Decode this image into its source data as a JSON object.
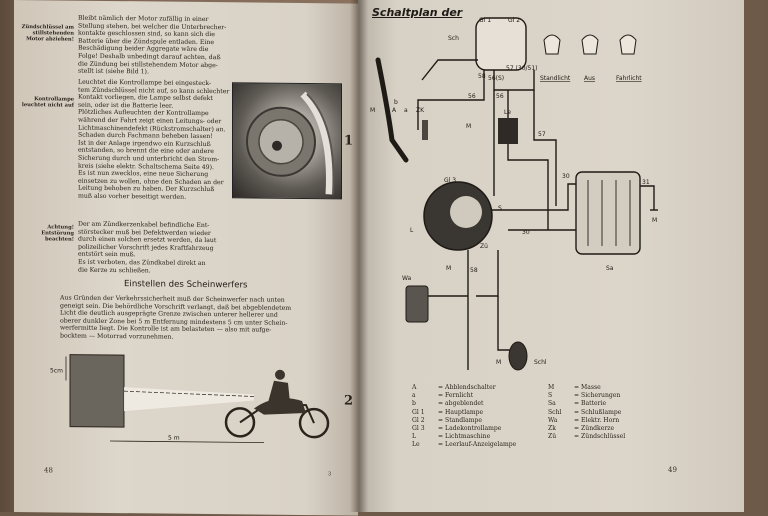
{
  "left_page": {
    "side_notes": [
      "Zündschlüssel am stillstehenden Motor abziehen!",
      "Kontrollampe leuchtet nicht auf",
      "Achtung! Entstörung beachten!"
    ],
    "para1": [
      "Bleibt nämlich der Motor zufällig in einer",
      "Stellung stehen, bei welcher die Unterbrecher-",
      "kontakte geschlossen sind, so kann sich die",
      "Batterie über die Zündspule entladen. Eine",
      "Beschädigung beider Aggregate wäre die",
      "Folge! Deshalb unbedingt darauf achten, daß",
      "die Zündung bei stillstehendem Motor abge-",
      "stellt ist (siehe Bild 1)."
    ],
    "para2": [
      "Leuchtet die Kontrollampe bei eingesteck-",
      "tem Zündschlüssel nicht auf, so kann schlechter",
      "Kontakt vorliegen, die Lampe selbst defekt",
      "sein, oder ist die Batterie leer.",
      "Plötzliches Aufleuchten der Kontrollampe",
      "während der Fahrt zeigt einen Leitungs- oder",
      "Lichtmaschinendefekt (Rückstromschalter) an.",
      "Schaden durch Fachmann beheben lassen!",
      "Ist in der Anlage irgendwo ein Kurzschluß",
      "entstanden, so brennt die eine oder andere",
      "Sicherung durch und unterbricht den Strom-",
      "kreis (siehe elektr. Schaltschema Seite 49).",
      "Es ist nun zwecklos, eine neue Sicherung",
      "einsetzen zu wollen, ohne den Schaden an der",
      "Leitung behoben zu haben. Der Kurzschluß",
      "muß also vorher beseitigt werden."
    ],
    "para3": [
      "Der am Zündkerzenkabel befindliche Ent-",
      "störstecker muß bei Defektwerden wieder",
      "durch einen solchen ersetzt werden, da laut",
      "polizeilicher Vorschrift jedes Kraftfahrzeug",
      "entstört sein muß.",
      "Es ist verboten, das Zündkabel direkt an",
      "die Kerze zu schließen."
    ],
    "fig1": "1",
    "heading": "Einstellen des Scheinwerfers",
    "para4": [
      "Aus Gründen der Verkehrssicherheit muß der Scheinwerfer nach unten",
      "geneigt sein. Die behördliche Vorschrift verlangt, daß bei abgeblendetem",
      "Licht die deutlich ausgeprägte Grenze zwischen unterer hellerer und",
      "oberer dunkler Zone bei 5 m Entfernung mindestens 5 cm unter Schein-",
      "werfermitte liegt. Die Kontrolle ist am belasteten — also mit aufge-",
      "bocktem — Motorrad vorzunehmen."
    ],
    "fig2": "2",
    "dim_small": "5cm",
    "dim_long": "5 m",
    "page_number": "48",
    "signature_mark": "3"
  },
  "right_page": {
    "title": "Schaltplan der",
    "page_number": "49",
    "lamp_labels": [
      "Standlicht",
      "Aus",
      "Fahrlicht"
    ],
    "diagram_labels": {
      "sch": "Sch",
      "gl1": "Gl 1",
      "gl2": "Gl 2",
      "n58": "58",
      "n56a": "56",
      "n56b": "56",
      "n5730": "57 (30/51)",
      "n56s": "56(S)",
      "zk": "ZK",
      "m1": "M",
      "le": "Le",
      "n57": "57",
      "gl3": "Gl 3",
      "s": "S",
      "l": "L",
      "zu": "Zü",
      "n30a": "30",
      "n30b": "30",
      "n31": "31",
      "m2": "M",
      "sa": "Sa",
      "m3": "M",
      "wa": "Wa",
      "n58b": "58",
      "m4": "M",
      "schl": "Schl",
      "a": "A",
      "b": "b",
      "a2": "a",
      "m5": "M"
    },
    "legend_left": [
      {
        "k": "A",
        "v": "Abblendschalter"
      },
      {
        "k": "a",
        "v": "Fernlicht"
      },
      {
        "k": "b",
        "v": "abgeblendet"
      },
      {
        "k": "Gl 1",
        "v": "Hauptlampe"
      },
      {
        "k": "Gl 2",
        "v": "Standlampe"
      },
      {
        "k": "Gl 3",
        "v": "Ladekontrollampe"
      },
      {
        "k": "L",
        "v": "Lichtmaschine"
      },
      {
        "k": "Le",
        "v": "Leerlauf-Anzeigelampe"
      }
    ],
    "legend_right": [
      {
        "k": "M",
        "v": "Masse"
      },
      {
        "k": "S",
        "v": "Sicherungen"
      },
      {
        "k": "Sa",
        "v": "Batterie"
      },
      {
        "k": "Schl",
        "v": "Schlußlampe"
      },
      {
        "k": "Wa",
        "v": "Elektr. Horn"
      },
      {
        "k": "Zk",
        "v": "Zündkerze"
      },
      {
        "k": "Zü",
        "v": "Zündschlüssel"
      }
    ]
  }
}
